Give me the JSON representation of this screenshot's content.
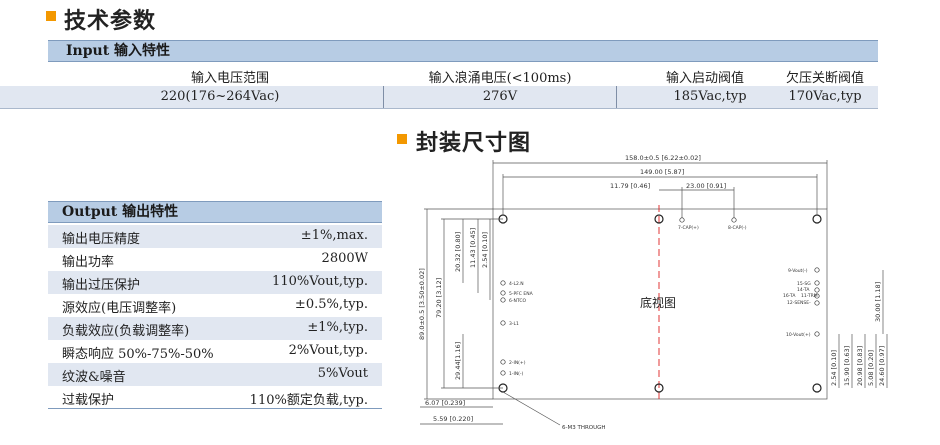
{
  "spec_section": {
    "title": "技术参数"
  },
  "input": {
    "header": "Input 输入特性",
    "columns": [
      "输入电压范围",
      "输入浪涌电压(<100ms)",
      "输入启动阀值",
      "欠压关断阀值"
    ],
    "values": [
      "220(176~264Vac)",
      "276V",
      "185Vac,typ",
      "170Vac,typ"
    ]
  },
  "output": {
    "header": "Output 输出特性",
    "rows": [
      {
        "label": "输出电压精度",
        "value": "±1%,max."
      },
      {
        "label": "输出功率",
        "value": "2800W"
      },
      {
        "label": "输出过压保护",
        "value": "110%Vout,typ."
      },
      {
        "label": "源效应(电压调整率)",
        "value": "±0.5%,typ."
      },
      {
        "label": "负载效应(负载调整率)",
        "value": "±1%,typ."
      },
      {
        "label": "瞬态响应 50%-75%-50%",
        "value": "2%Vout,typ."
      },
      {
        "label": "纹波&噪音",
        "value": "5%Vout"
      },
      {
        "label": "过载保护",
        "value": "110%额定负载,typ."
      }
    ]
  },
  "dimension_section": {
    "title": "封装尺寸图"
  },
  "drawing": {
    "center_label": "底视图",
    "top_dims": [
      "158.0±0.5 [6.22±0.02]",
      "149.00 [5.87]",
      "11.79 [0.46]",
      "23.00 [0.91]"
    ],
    "left_dims": [
      "89.0±0.5 [3.50±0.02]",
      "79.20 [3.12]",
      "29.44[1.16]",
      "20.32 [0.80]",
      "11.43 [0.45]",
      "2.54 [0.10]"
    ],
    "bottom_dims": [
      "6.07 [0.239]",
      "5.59 [0.220]"
    ],
    "right_dims": [
      "30.00 [1.18]",
      "2.54 [0.10]",
      "15.90 [0.63]",
      "20.98 [0.83]",
      "5.08 [0.20]",
      "24.60 [0.97]"
    ],
    "left_pins": [
      "4-L2.N",
      "5-PFC ENA",
      "6-NTCO",
      "3-L1",
      "2-IN(+)",
      "1-IN(-)"
    ],
    "top_pins": [
      "7-CAP(+)",
      "8-CAP(-)"
    ],
    "right_pins": [
      "9-Vout(-)",
      "15-SG",
      "14-TA",
      "16-TA",
      "11-TRM",
      "12-SENSE-",
      "10-Vout(+)"
    ],
    "hole_note": "6-M3 THROUGH"
  }
}
